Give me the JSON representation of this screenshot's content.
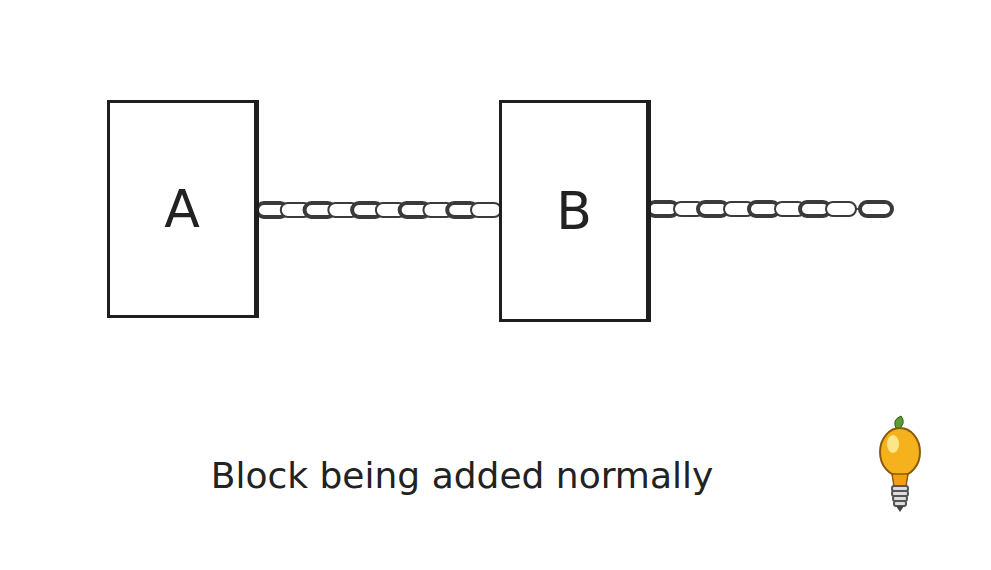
{
  "diagram": {
    "caption": "Block being added normally",
    "nodes": [
      {
        "text": [
          "A"
        ]
      },
      {
        "text": [
          "B"
        ]
      }
    ],
    "edges": [
      {
        "from": 0,
        "to": 1,
        "arrow": "none"
      }
    ]
  }
}
